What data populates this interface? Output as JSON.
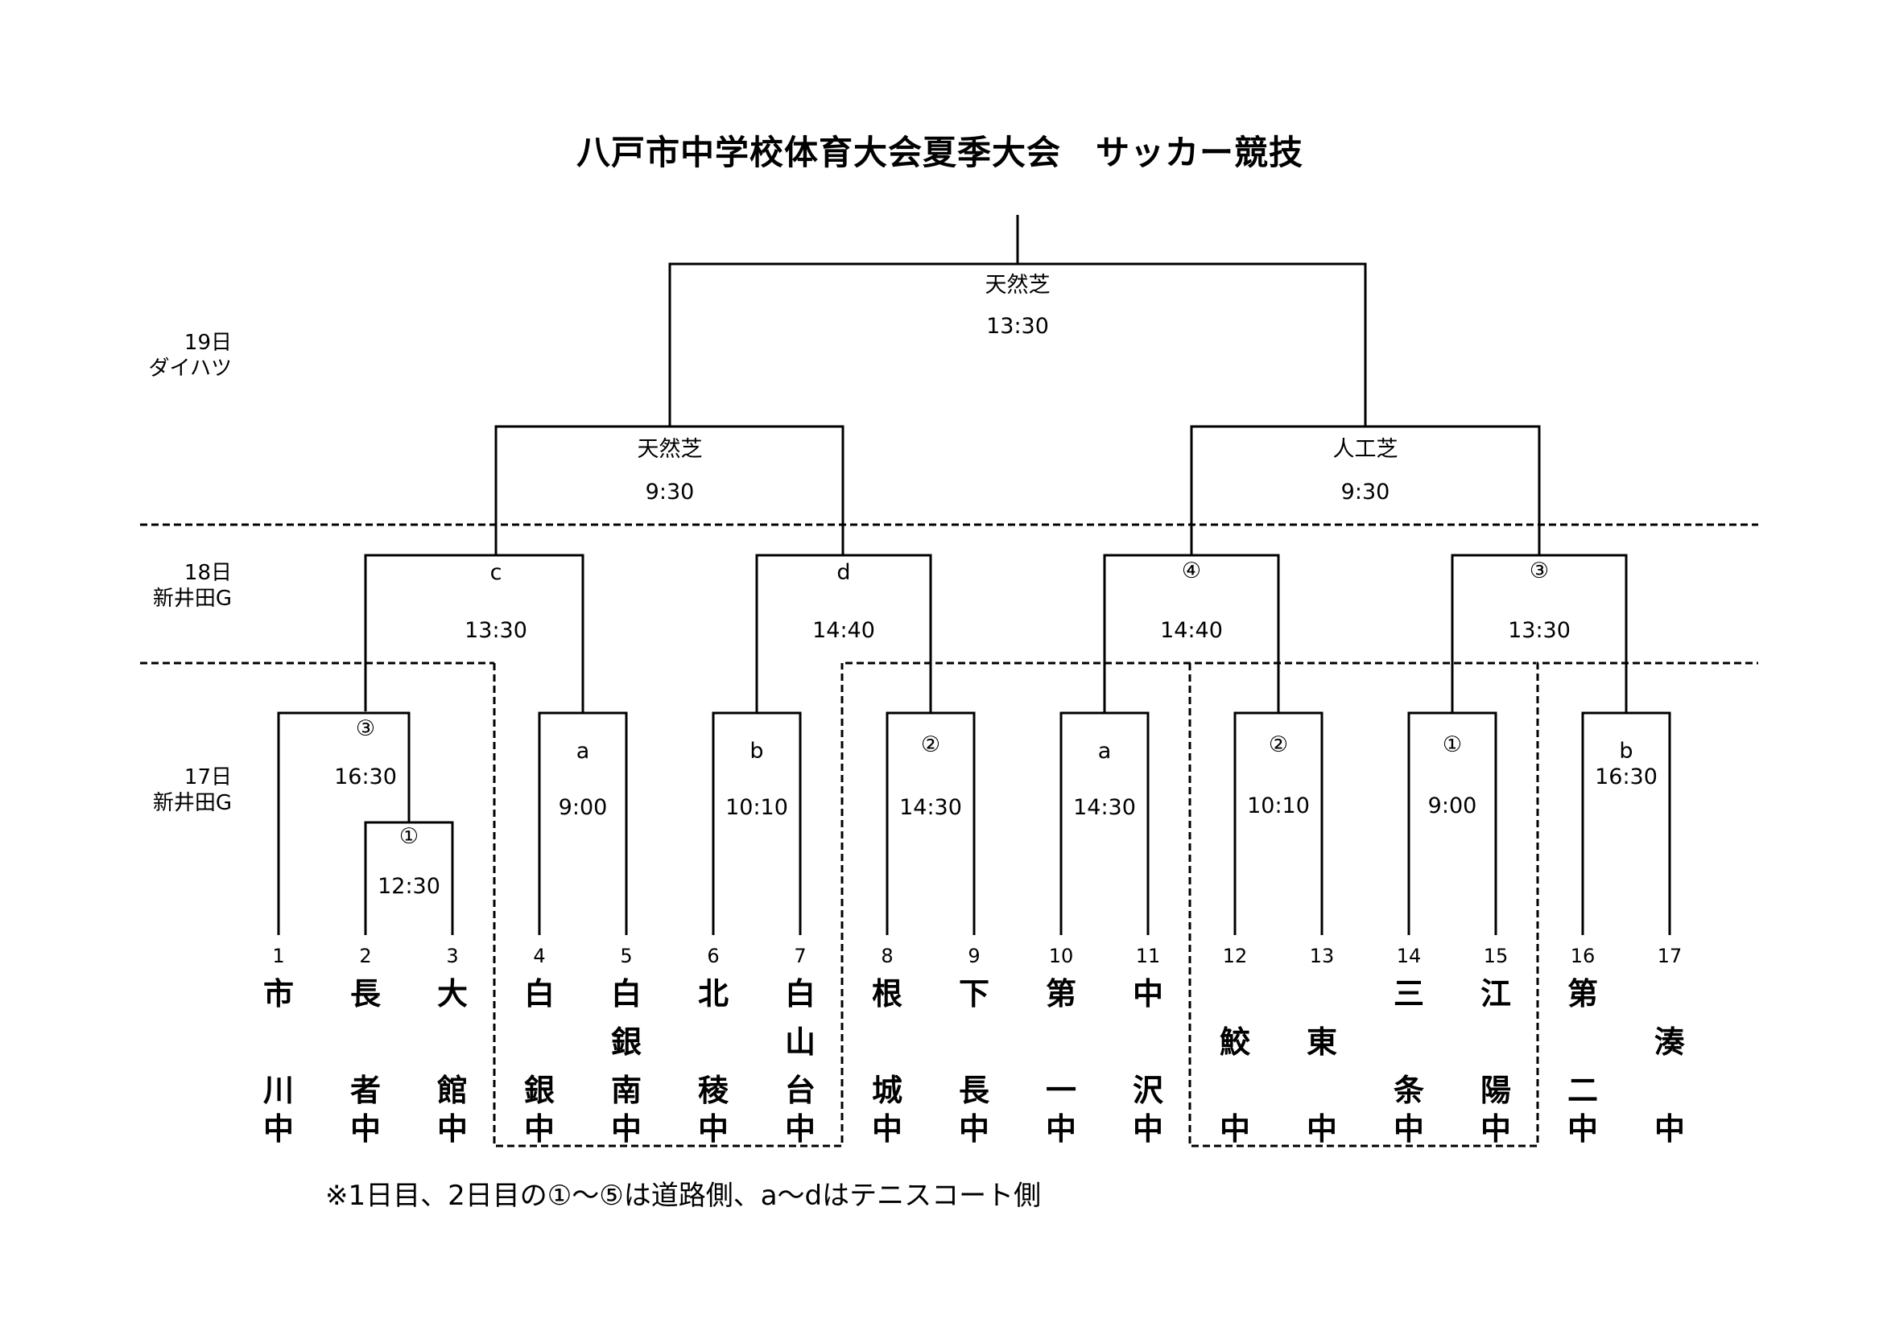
{
  "title": "八戸市中学校体育大会夏季大会　サッカー競技",
  "days": [
    {
      "date": "19日",
      "venue": "ダイハツ"
    },
    {
      "date": "18日",
      "venue": "新井田G"
    },
    {
      "date": "17日",
      "venue": "新井田G"
    }
  ],
  "final": {
    "field": "天然芝",
    "time": "13:30"
  },
  "semis": [
    {
      "field": "天然芝",
      "time": "9:30"
    },
    {
      "field": "人工芝",
      "time": "9:30"
    }
  ],
  "quarters": [
    {
      "court": "c",
      "time": "13:30"
    },
    {
      "court": "d",
      "time": "14:40"
    },
    {
      "court": "④",
      "time": "14:40"
    },
    {
      "court": "③",
      "time": "13:30"
    }
  ],
  "first_round": [
    {
      "court": "③",
      "time": "16:30"
    },
    {
      "court": "①",
      "time": "12:30"
    },
    {
      "court": "a",
      "time": "9:00"
    },
    {
      "court": "b",
      "time": "10:10"
    },
    {
      "court": "②",
      "time": "14:30"
    },
    {
      "court": "a",
      "time": "14:30"
    },
    {
      "court": "②",
      "time": "10:10"
    },
    {
      "court": "①",
      "time": "9:00"
    },
    {
      "court": "b",
      "time": "16:30"
    }
  ],
  "teams": [
    {
      "seed": "1",
      "chars": [
        "市",
        "",
        "川",
        "中"
      ]
    },
    {
      "seed": "2",
      "chars": [
        "長",
        "",
        "者",
        "中"
      ]
    },
    {
      "seed": "3",
      "chars": [
        "大",
        "",
        "館",
        "中"
      ]
    },
    {
      "seed": "4",
      "chars": [
        "白",
        "",
        "銀",
        "中"
      ]
    },
    {
      "seed": "5",
      "chars": [
        "白",
        "銀",
        "南",
        "中"
      ]
    },
    {
      "seed": "6",
      "chars": [
        "北",
        "",
        "稜",
        "中"
      ]
    },
    {
      "seed": "7",
      "chars": [
        "白",
        "山",
        "台",
        "中"
      ]
    },
    {
      "seed": "8",
      "chars": [
        "根",
        "",
        "城",
        "中"
      ]
    },
    {
      "seed": "9",
      "chars": [
        "下",
        "",
        "長",
        "中"
      ]
    },
    {
      "seed": "10",
      "chars": [
        "第",
        "",
        "一",
        "中"
      ]
    },
    {
      "seed": "11",
      "chars": [
        "中",
        "",
        "沢",
        "中"
      ]
    },
    {
      "seed": "12",
      "chars": [
        "",
        "鮫",
        "",
        "中"
      ]
    },
    {
      "seed": "13",
      "chars": [
        "",
        "東",
        "",
        "中"
      ]
    },
    {
      "seed": "14",
      "chars": [
        "三",
        "",
        "条",
        "中"
      ]
    },
    {
      "seed": "15",
      "chars": [
        "江",
        "",
        "陽",
        "中"
      ]
    },
    {
      "seed": "16",
      "chars": [
        "第",
        "",
        "二",
        "中"
      ]
    },
    {
      "seed": "17",
      "chars": [
        "",
        "湊",
        "",
        "中"
      ]
    }
  ],
  "note": "※1日目、2日目の①～⑤は道路側、a～dはテニスコート側"
}
